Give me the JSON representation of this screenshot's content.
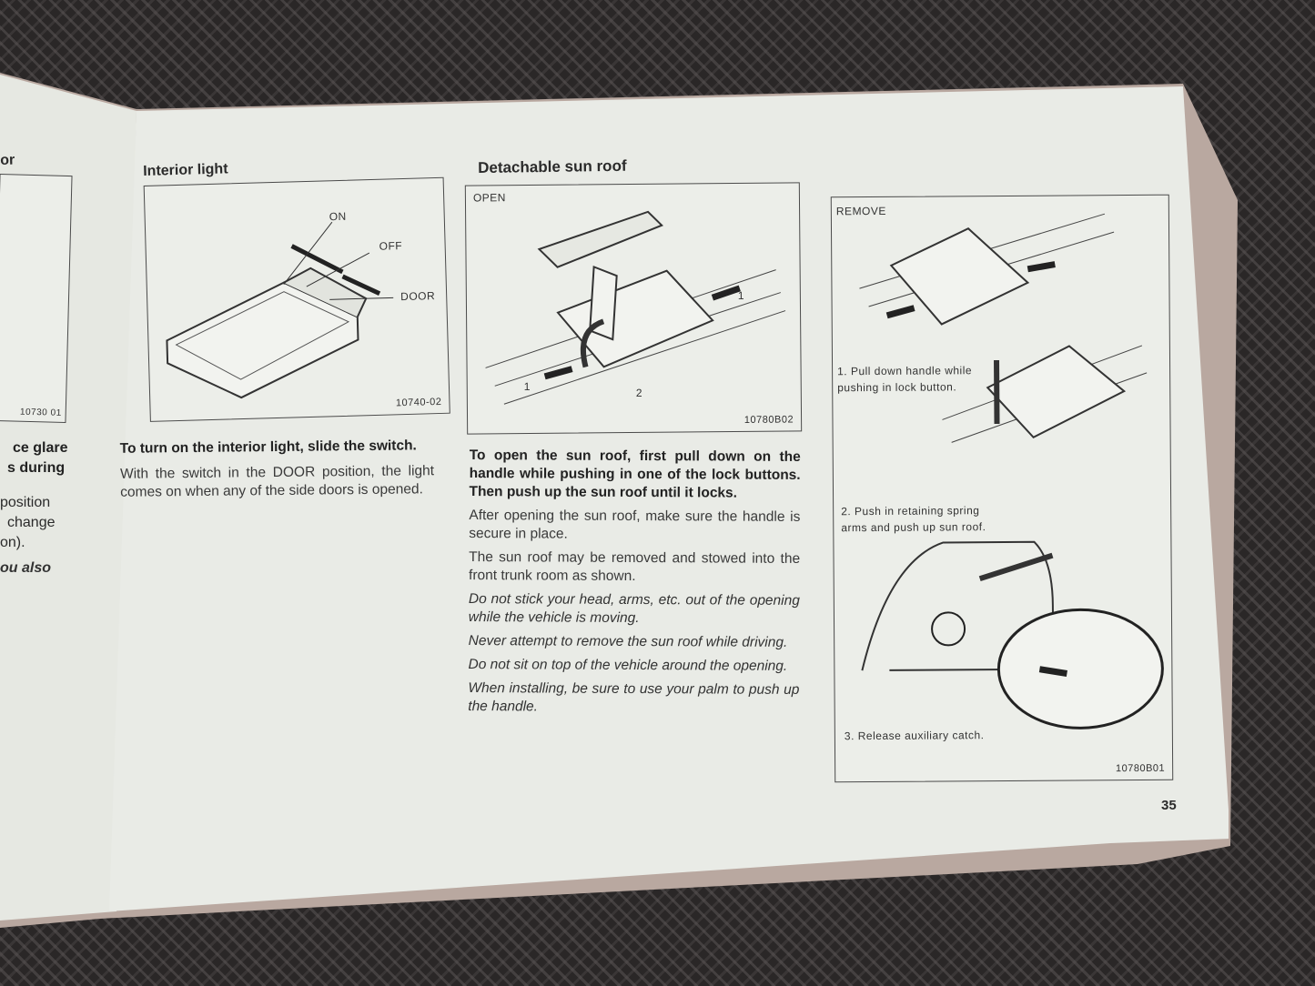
{
  "left_page": {
    "header_fragment": "or",
    "figure_code": "10730 01",
    "text_fragments": [
      "ce glare",
      "s during",
      "position",
      "change",
      "on).",
      "ou also"
    ]
  },
  "interior_light": {
    "title": "Interior light",
    "figure_labels": {
      "on": "ON",
      "off": "OFF",
      "door": "DOOR"
    },
    "figure_code": "10740-02",
    "instruction": "To turn on the interior light, slide the switch.",
    "description": "With the switch in the DOOR position, the light comes on when any of the side doors is opened."
  },
  "sun_roof": {
    "title": "Detachable sun roof",
    "figure_label": "OPEN",
    "figure_callouts": [
      "1",
      "1",
      "2"
    ],
    "figure_code": "10780B02",
    "instruction": "To open the sun roof, first pull down on the handle while pushing in one of the lock buttons. Then push up the sun roof until it locks.",
    "paragraphs": [
      "After opening the sun roof, make sure the handle is secure in place.",
      "The sun roof may be removed and stowed into the front trunk room as shown."
    ],
    "cautions": [
      "Do not stick your head, arms, etc. out of the opening while the vehicle is moving.",
      "Never attempt to remove the sun roof while driving.",
      "Do not sit on top of the vehicle around the opening.",
      "When installing, be sure to use your palm to push up the handle."
    ]
  },
  "remove_figure": {
    "label": "REMOVE",
    "steps": [
      "1. Pull down handle while pushing in lock button.",
      "2. Push in retaining spring arms and push up sun roof.",
      "3. Release auxiliary catch."
    ],
    "figure_code": "10780B01"
  },
  "page_number": "35"
}
